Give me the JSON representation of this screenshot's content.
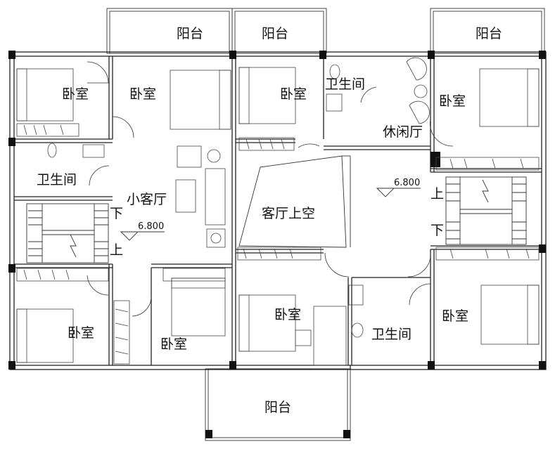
{
  "rooms": {
    "balcony_top_left": "阳台",
    "balcony_top_mid": "阳台",
    "balcony_top_right": "阳台",
    "balcony_bottom": "阳台",
    "bedroom_tl1": "卧室",
    "bedroom_tl2": "卧室",
    "bedroom_tm": "卧室",
    "bedroom_tr": "卧室",
    "bedroom_bl": "卧室",
    "bedroom_bm": "卧室",
    "bedroom_bc": "卧室",
    "bedroom_br": "卧室",
    "bath_left": "卫生间",
    "bath_top": "卫生间",
    "bath_bottom": "卫生间",
    "small_living": "小客厅",
    "leisure_hall": "休闲厅",
    "living_void": "客厅上空"
  },
  "stairs": {
    "left_down": "下",
    "left_up": "上",
    "right_up": "上",
    "right_down": "下"
  },
  "elevations": {
    "left": "6.800",
    "right": "6.800"
  }
}
